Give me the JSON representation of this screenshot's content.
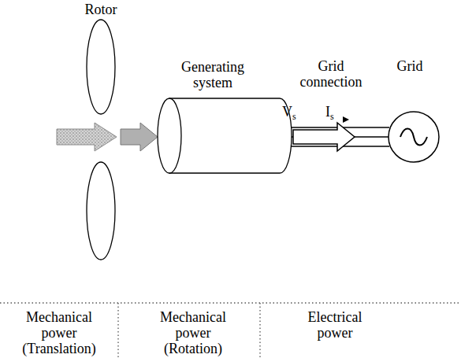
{
  "diagram": {
    "nodes": [
      {
        "text": [
          "Rotor"
        ]
      },
      {
        "text": [
          "Generating system"
        ]
      },
      {
        "text": [
          "Grid"
        ]
      }
    ],
    "edges": [
      {
        "from": 0,
        "to": 1,
        "arrow": "to"
      },
      {
        "from": 1,
        "to": 2,
        "arrow": "to"
      }
    ],
    "labels": [
      "Grid connection",
      "Vs",
      "Is",
      "Mechanical power (Translation)",
      "Mechanical power (Rotation)",
      "Electrical power"
    ]
  }
}
